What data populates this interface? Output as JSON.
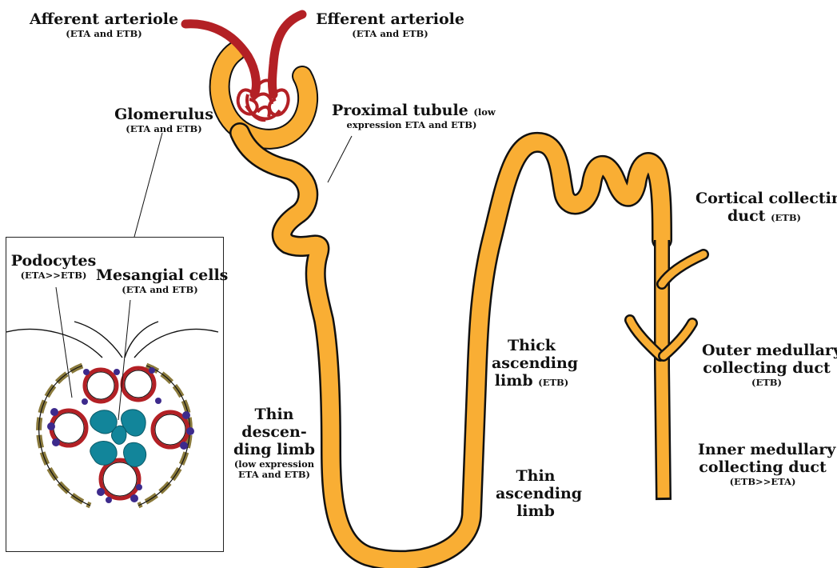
{
  "labels": {
    "afferent": {
      "title": "Afferent arteriole",
      "sub": "(ETA and ETB)"
    },
    "efferent": {
      "title": "Efferent arteriole",
      "sub": "(ETA and ETB)"
    },
    "glomerulus": {
      "title": "Glomerulus",
      "sub": "(ETA and ETB)"
    },
    "proximal": {
      "title": "Proximal tubule",
      "title_note": "(low",
      "sub": "expression ETA and ETB)"
    },
    "cortical": {
      "line1": "Cortical collecting",
      "line2": "duct",
      "sub": "(ETB)"
    },
    "outer": {
      "line1": "Outer medullary",
      "line2": "collecting duct",
      "sub": "(ETB)"
    },
    "inner": {
      "line1": "Inner medullary",
      "line2": "collecting duct",
      "sub": "(ETB>>ETA)"
    },
    "thick": {
      "line1": "Thick",
      "line2": "ascending",
      "line3": "limb",
      "sub": "(ETB)"
    },
    "thin_asc": {
      "line1": "Thin",
      "line2": "ascending",
      "line3": "limb"
    },
    "thin_desc": {
      "line1": "Thin",
      "line2": "descen-",
      "line3": "ding limb",
      "sub1": "(low expression",
      "sub2": "ETA and ETB)"
    },
    "podocytes": {
      "title": "Podocytes",
      "sub": "(ETA>>ETB)"
    },
    "mesangial": {
      "title": "Mesangial cells",
      "sub": "(ETA and ETB)"
    }
  },
  "colors": {
    "tubule_fill": "#f9ae34",
    "outline": "#111111",
    "arteriole": "#b32025",
    "mesangial": "#12859a",
    "podocyte": "#3d2a8c",
    "capsule_dash": "#8a7a3c"
  }
}
